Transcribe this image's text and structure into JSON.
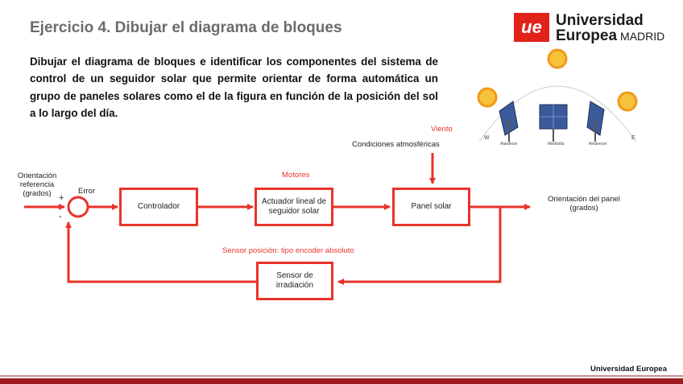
{
  "slide": {
    "title": "Ejercicio 4. Dibujar el diagrama de bloques",
    "body": "Dibujar el diagrama de bloques e identificar los componentes del sistema de control  de un seguidor solar que permite orientar de forma automática un grupo de paneles solares como el de la figura en función de la posición del sol a lo largo del día."
  },
  "logo": {
    "mark": "ue",
    "line1": "Universidad",
    "line2": "Europea",
    "line2_suffix": "MADRID",
    "brand_color": "#e2231a"
  },
  "solar_figure": {
    "labels": {
      "west": "W",
      "east": "E",
      "morning": "Atardecer",
      "noon": "Mediodía",
      "evening": "Amanecer"
    }
  },
  "diagram": {
    "accent_color": "#e8332b",
    "blocks": {
      "controller": "Controlador",
      "actuator": "Actuador lineal de seguidor solar",
      "panel": "Panel solar",
      "sensor": "Sensor de irradiación"
    },
    "labels": {
      "reference_input": "Orientación referencia (grados)",
      "error": "Error",
      "plus": "+",
      "minus": "-",
      "motors": "Motores",
      "wind": "Viento",
      "atmospheric": "Condiciones atmosféricas",
      "output": "Orientación del panel (grados)",
      "position_sensor": "Sensor posición: tipo encoder absoluto"
    }
  },
  "footer": {
    "brand": "Universidad Europea"
  }
}
